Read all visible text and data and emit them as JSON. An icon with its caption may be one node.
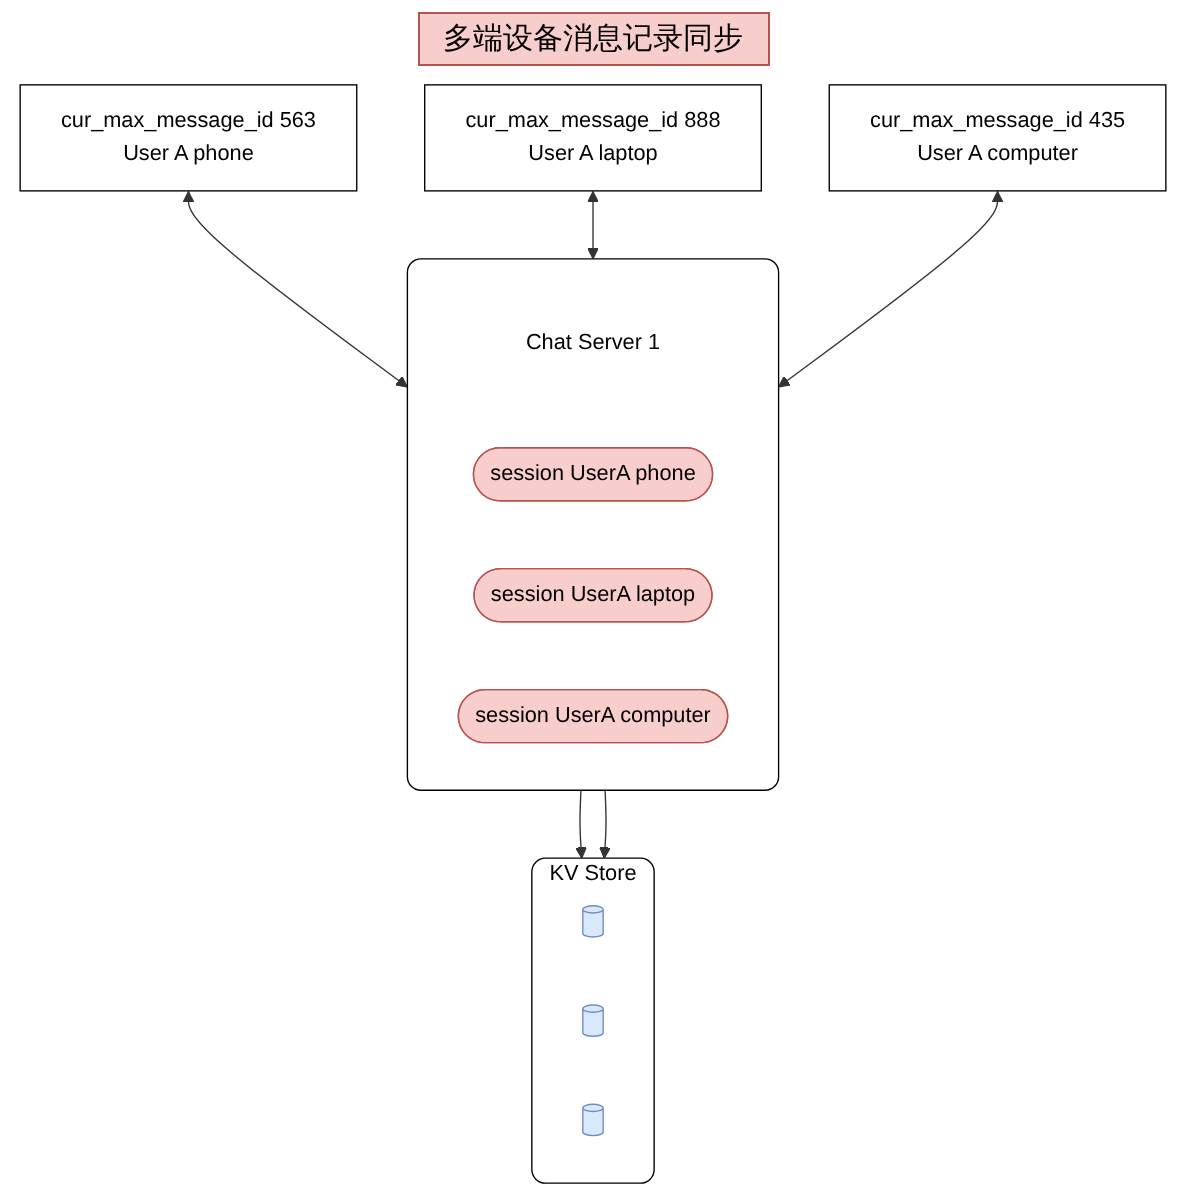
{
  "diagram": {
    "title": "多端设备消息记录同步",
    "nodes": [
      {
        "text": [
          "cur_max_message_id 563",
          "User A phone"
        ]
      },
      {
        "text": [
          "cur_max_message_id 888",
          "User A laptop"
        ]
      },
      {
        "text": [
          "cur_max_message_id 435",
          "User A computer"
        ]
      },
      {
        "text": [],
        "shape": "box"
      },
      {
        "text": [
          "Chat Server 1"
        ],
        "in": 3
      },
      {
        "text": [
          "session UserA phone"
        ],
        "in": 3
      },
      {
        "text": [
          "session UserA laptop"
        ],
        "in": 3
      },
      {
        "text": [
          "session UserA computer"
        ],
        "in": 3
      },
      {
        "text": [
          "KV Store"
        ]
      },
      {
        "text": [],
        "shape": "cylinder",
        "in": 8
      },
      {
        "text": [],
        "shape": "cylinder",
        "in": 8
      },
      {
        "text": [],
        "shape": "cylinder",
        "in": 8
      }
    ],
    "edges": [
      {
        "from": 0,
        "to": 3,
        "arrow": "both"
      },
      {
        "from": 1,
        "to": 3,
        "arrow": "both"
      },
      {
        "from": 2,
        "to": 3,
        "arrow": "both"
      },
      {
        "from": 3,
        "to": 8,
        "arrow": "to"
      },
      {
        "from": 3,
        "to": 8,
        "arrow": "to"
      }
    ]
  }
}
